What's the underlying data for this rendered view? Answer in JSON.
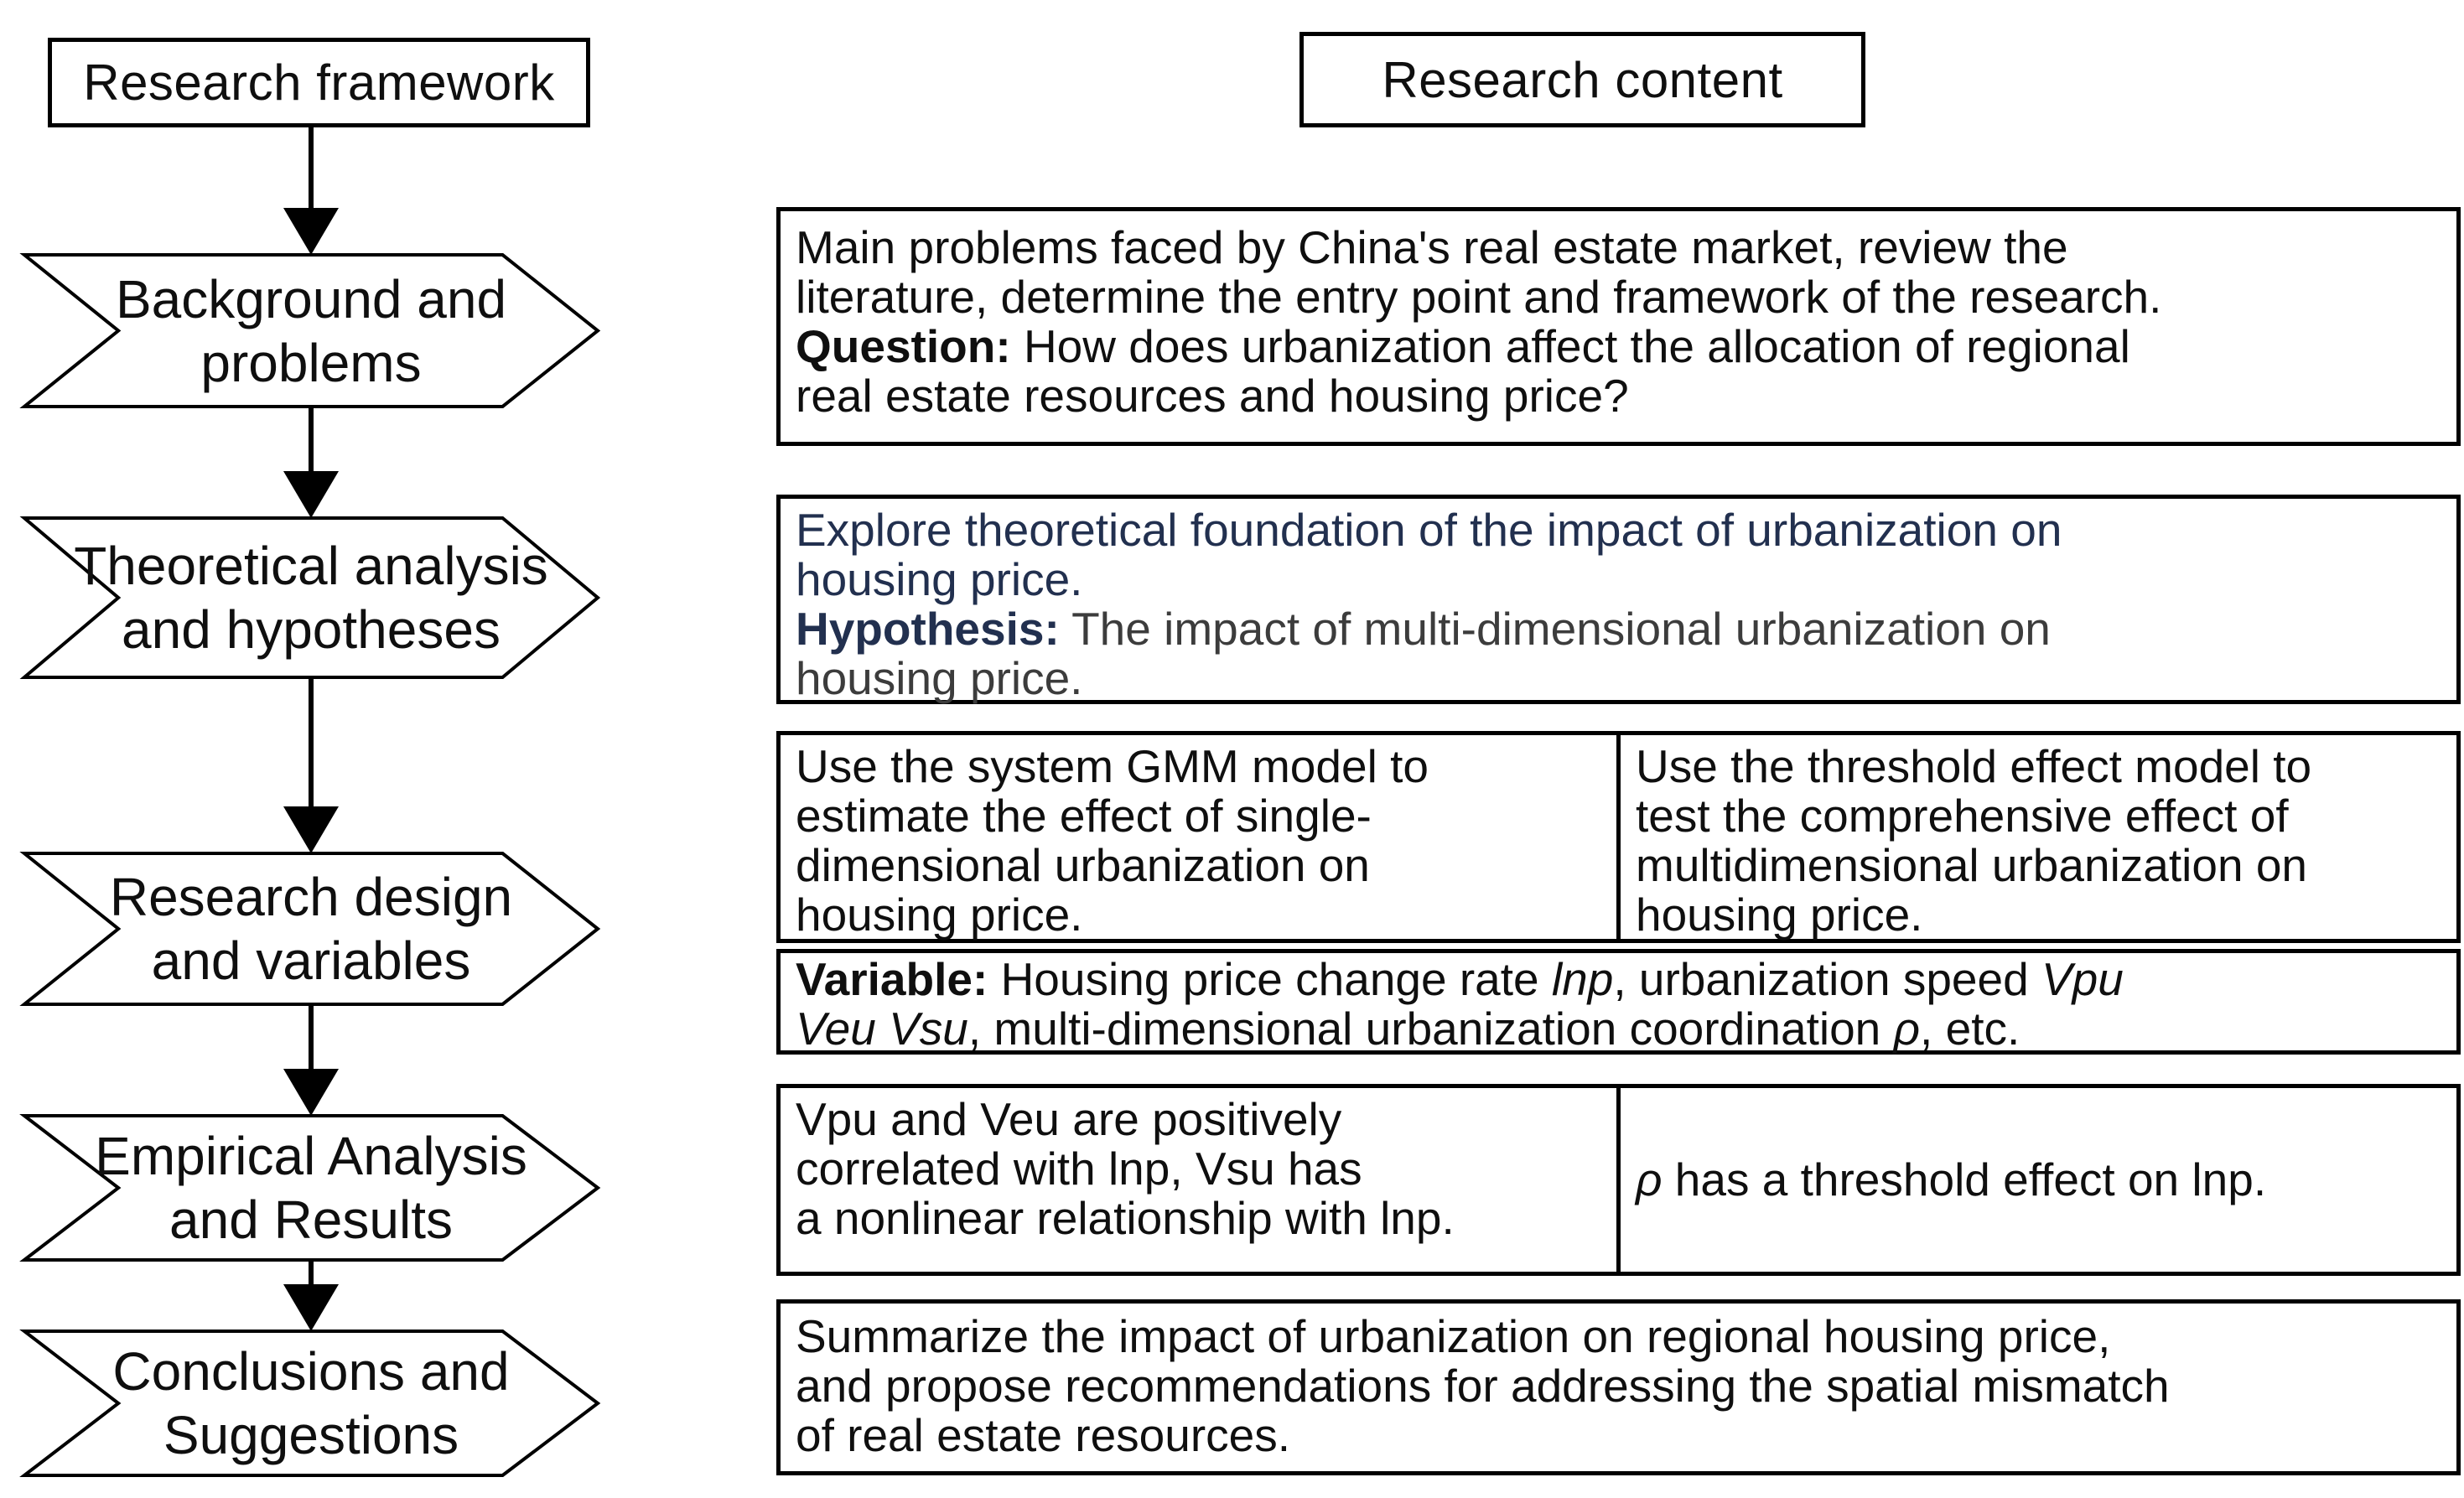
{
  "colors": {
    "background": "#ffffff",
    "border": "#000000",
    "ink": "#0f0f0f",
    "navy": "#22304f",
    "muted_gray": "#3c3c3c"
  },
  "framework": {
    "title": "Research framework",
    "steps": [
      {
        "label": "Background and\nproblems"
      },
      {
        "label": "Theoretical analysis\nand hypotheses"
      },
      {
        "label": "Research design\nand variables"
      },
      {
        "label": "Empirical Analysis\nand Results"
      },
      {
        "label": "Conclusions and\nSuggestions"
      }
    ]
  },
  "content": {
    "title": "Research content",
    "boxes": {
      "background": {
        "segments": [
          {
            "text": "Main problems faced by China's real estate market, review the\nliterature, determine the entry point and framework of the research.\n"
          },
          {
            "text": "Question:",
            "bold": true
          },
          {
            "text": " How does urbanization affect the allocation of regional\nreal estate resources and housing price?"
          }
        ]
      },
      "theory": {
        "segments": [
          {
            "text": "Explore theoretical foundation of the impact of urbanization on\nhousing price.\n",
            "color": "#22304f"
          },
          {
            "text": "Hypothesis:",
            "bold": true,
            "color": "#22304f"
          },
          {
            "text": " The impact of multi-dimensional urbanization on\nhousing price.",
            "color": "#3c3c3c"
          }
        ]
      },
      "design_left": {
        "segments": [
          {
            "text": "Use the system GMM model to\nestimate the effect of single-\ndimensional urbanization on\nhousing price."
          }
        ]
      },
      "design_right": {
        "segments": [
          {
            "text": "Use the threshold effect model to\ntest the comprehensive effect of\nmultidimensional urbanization on\nhousing price."
          }
        ]
      },
      "variables": {
        "segments": [
          {
            "text": "Variable:",
            "bold": true
          },
          {
            "text": " Housing price change rate "
          },
          {
            "text": "lnp",
            "italic": true
          },
          {
            "text": ", urbanization speed "
          },
          {
            "text": "Vpu\nVeu Vsu",
            "italic": true
          },
          {
            "text": ", multi-dimensional urbanization coordination "
          },
          {
            "text": "ρ",
            "italic": true
          },
          {
            "text": ", etc."
          }
        ]
      },
      "empirical_left": {
        "segments": [
          {
            "text": "Vpu and Veu are positively\ncorrelated with lnp, Vsu has\na nonlinear relationship with lnp."
          }
        ]
      },
      "empirical_right": {
        "segments": [
          {
            "text": "ρ",
            "italic": true
          },
          {
            "text": " has a threshold effect on lnp."
          }
        ]
      },
      "conclusion": {
        "segments": [
          {
            "text": "Summarize the impact of urbanization on regional housing price,\nand propose recommendations for addressing the spatial mismatch\nof real estate resources."
          }
        ]
      }
    }
  }
}
